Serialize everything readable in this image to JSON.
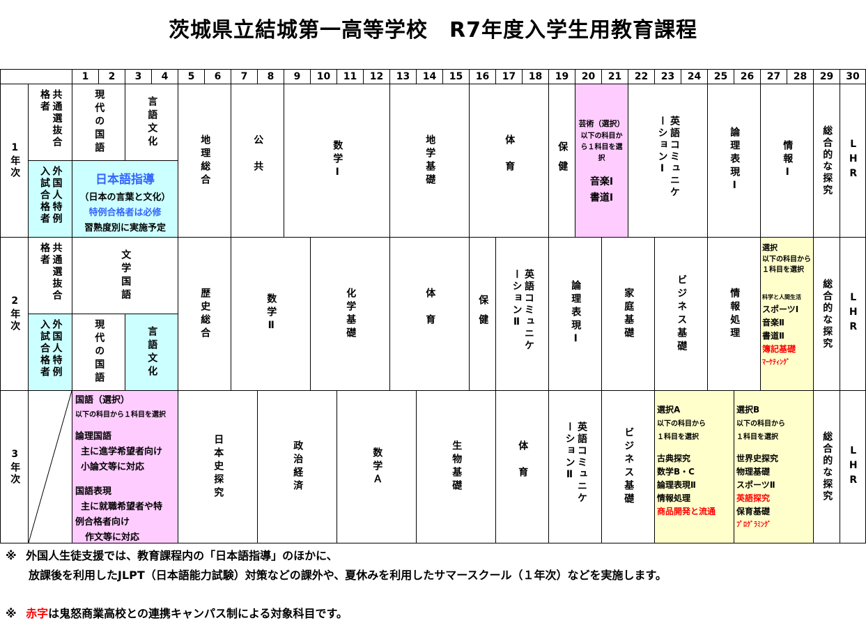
{
  "title": "茨城県立結城第一高等学校　R7年度入学生用教育課程",
  "header_numbers": [
    "1",
    "2",
    "3",
    "4",
    "5",
    "6",
    "7",
    "8",
    "9",
    "10",
    "11",
    "12",
    "13",
    "14",
    "15",
    "16",
    "17",
    "18",
    "19",
    "20",
    "21",
    "22",
    "23",
    "24",
    "25",
    "26",
    "27",
    "28",
    "29",
    "30"
  ],
  "year1": {
    "label": "1年次",
    "group_common": "共通選抜合格者",
    "group_foreign": "外国人特例入試合格者",
    "gendai_kokugo": "現代の国語",
    "gengo_bunka": "言語文化",
    "nihongo_title": "日本語指導",
    "nihongo_sub": "（日本の言葉と文化）",
    "nihongo_required": "特例合格者は必修",
    "nihongo_note": "習熟度別に実施予定",
    "chiri_sogo": "地理総合",
    "kokyo": "公共",
    "sugaku1": "数学Ⅰ",
    "chigaku_kiso": "地学基礎",
    "taiiku": "体育",
    "hoken": "保健",
    "geijutsu_title": "芸術（選択）",
    "geijutsu_note": "以下の科目から１科目を選択",
    "ongaku1": "音楽Ⅰ",
    "shodo1": "書道Ⅰ",
    "eigo_comm1": "英語コミュニケーションⅠ",
    "ronri_hyogen1": "論理表現Ⅰ",
    "joho1": "情報Ⅰ",
    "sogo_tankyu": "総合的な探究",
    "lhr": "LHR"
  },
  "year2": {
    "label": "2年次",
    "group_common": "共通選抜合格者",
    "group_foreign": "外国人特例入試合格者",
    "bungaku_kokugo": "文学国語",
    "gendai_kokugo": "現代の国語",
    "gengo_bunka": "言語文化",
    "rekishi_sogo": "歴史総合",
    "sugaku2": "数学Ⅱ",
    "kagaku_kiso": "化学基礎",
    "taiiku": "体育",
    "hoken": "保健",
    "eigo_comm2": "英語コミュニケーションⅡ",
    "ronri_hyogen1": "論理表現Ⅰ",
    "katei_kiso": "家庭基礎",
    "business_kiso": "ビジネス基礎",
    "joho_shori": "情報処理",
    "sentaku_title": "選択",
    "sentaku_note": "以下の科目から１科目を選択",
    "kagaku_ningen": "科学と人間生活",
    "sports1": "スポーツⅠ",
    "ongaku2": "音楽Ⅱ",
    "shodo2": "書道Ⅱ",
    "boki_kiso": "簿記基礎",
    "marketing": "ﾏｰｹﾃｨﾝｸﾞ",
    "sogo_tankyu": "総合的な探究",
    "lhr": "LHR"
  },
  "year3": {
    "label": "3年次",
    "kokugo_title": "国語（選択）",
    "kokugo_note": "以下の科目から１科目を選択",
    "ronri_kokugo": "論理国語",
    "ronri_desc1": "主に進学希望者向け",
    "ronri_desc2": "小論文等に対応",
    "kokugo_hyogen": "国語表現",
    "hyogen_desc1": "主に就職希望者や特",
    "hyogen_desc2": "例合格者向け",
    "hyogen_desc3": "作文等に対応",
    "nihonshi_tankyu": "日本史探究",
    "seiji_keizai": "政治経済",
    "sugaku_a": "数学Ａ",
    "seibutsu_kiso": "生物基礎",
    "taiiku": "体育",
    "eigo_comm2": "英語コミュニケーションⅡ",
    "business_kiso": "ビジネス基礎",
    "sentaku_a_title": "選択A",
    "sentaku_a_note1": "以下の科目から",
    "sentaku_a_note2": "１科目を選択",
    "koten_tankyu": "古典探究",
    "sugaku_bc": "数学B・C",
    "ronri_hyogen2": "論理表現Ⅱ",
    "joho_shori": "情報処理",
    "shohin_kaihatsu": "商品開発と流通",
    "sentaku_b_title": "選択B",
    "sentaku_b_note1": "以下の科目から",
    "sentaku_b_note2": "１科目を選択",
    "sekaishi_tankyu": "世界史探究",
    "butsuri_kiso": "物理基礎",
    "sports2": "スポーツⅡ",
    "eigo_tankyu": "英語探究",
    "hoiku_kiso": "保育基礎",
    "programming": "ﾌﾟﾛｸﾞﾗﾐﾝｸﾞ",
    "sogo_tankyu": "総合的な探究",
    "lhr": "LHR"
  },
  "notes": {
    "note1_mark": "※",
    "note1_line1": "外国人生徒支援では、教育課程内の「日本語指導」のほかに、",
    "note1_line2": "放課後を利用したJLPT（日本語能力試験）対策などの課外や、夏休みを利用したサマースクール（１年次）などを実施します。",
    "note2_mark": "※",
    "note2_red": "赤字",
    "note2_rest": "は鬼怒商業高校との連携キャンパス制による対象科目です。"
  },
  "colors": {
    "pink": "#ffccff",
    "cyan": "#ccffff",
    "yellow": "#ffffcc",
    "red": "#ff0000",
    "blue": "#3366ff"
  }
}
